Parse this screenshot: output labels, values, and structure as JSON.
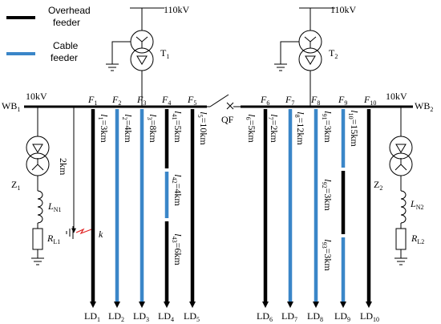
{
  "legend": {
    "overhead_line1": "Overhead",
    "overhead_line2": "feeder",
    "cable_line1": "Cable",
    "cable_line2": "feeder"
  },
  "colors": {
    "overhead": "#000000",
    "cable": "#3a86c8",
    "fault": "#e02020"
  },
  "left": {
    "hv_voltage": "110kV",
    "transformer": "T",
    "transformer_sub": "1",
    "bus_voltage": "10kV",
    "bus": "WB",
    "bus_sub": "1",
    "grounding_transformer": "Z",
    "grounding_transformer_sub": "1",
    "arc_coil": "L",
    "arc_coil_sub": "N1",
    "resistor": "R",
    "resistor_sub": "L1",
    "fault_distance": "2km",
    "fault_label": "k"
  },
  "right": {
    "hv_voltage": "110kV",
    "transformer": "T",
    "transformer_sub": "2",
    "bus_voltage": "10kV",
    "bus": "WB",
    "bus_sub": "2",
    "grounding_transformer": "Z",
    "grounding_transformer_sub": "2",
    "arc_coil": "L",
    "arc_coil_sub": "N2",
    "resistor": "R",
    "resistor_sub": "L2"
  },
  "switch": {
    "label": "QF"
  },
  "feeders": [
    {
      "name": "F",
      "sub": "1",
      "load": "LD",
      "load_sub": "1",
      "lengths": [
        "l1=3km"
      ],
      "types": [
        "overhead"
      ]
    },
    {
      "name": "F",
      "sub": "2",
      "load": "LD",
      "load_sub": "2",
      "lengths": [
        "l2=4km"
      ],
      "types": [
        "cable"
      ]
    },
    {
      "name": "F",
      "sub": "3",
      "load": "LD",
      "load_sub": "3",
      "lengths": [
        "l3=8km"
      ],
      "types": [
        "cable"
      ]
    },
    {
      "name": "F",
      "sub": "4",
      "load": "LD",
      "load_sub": "4",
      "lengths": [
        "l41=5km",
        "l42=4km",
        "l43=6km"
      ],
      "types": [
        "overhead",
        "cable",
        "overhead"
      ]
    },
    {
      "name": "F",
      "sub": "5",
      "load": "LD",
      "load_sub": "5",
      "lengths": [
        "l5=10km"
      ],
      "types": [
        "overhead"
      ]
    },
    {
      "name": "F",
      "sub": "6",
      "load": "LD",
      "load_sub": "6",
      "lengths": [
        "l6=5km"
      ],
      "types": [
        "overhead"
      ]
    },
    {
      "name": "F",
      "sub": "7",
      "load": "LD",
      "load_sub": "7",
      "lengths": [
        "l7=2km"
      ],
      "types": [
        "cable"
      ]
    },
    {
      "name": "F",
      "sub": "8",
      "load": "LD",
      "load_sub": "8",
      "lengths": [
        "l8=12km"
      ],
      "types": [
        "cable"
      ]
    },
    {
      "name": "F",
      "sub": "9",
      "load": "LD",
      "load_sub": "9",
      "lengths": [
        "l91=3km",
        "l92=3km",
        "l93=3km"
      ],
      "types": [
        "cable",
        "overhead",
        "cable"
      ]
    },
    {
      "name": "F",
      "sub": "10",
      "load": "LD",
      "load_sub": "10",
      "lengths": [
        "l10=15km"
      ],
      "types": [
        "overhead"
      ]
    }
  ]
}
